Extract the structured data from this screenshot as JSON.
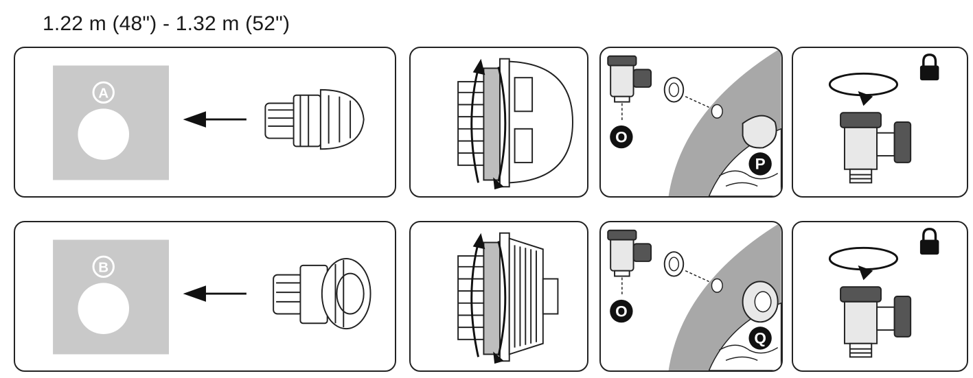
{
  "title": "1.22 m (48\") - 1.32 m (52\")",
  "rows": [
    {
      "hole_label": "A",
      "connection_label": "O",
      "fitting_label": "P"
    },
    {
      "hole_label": "B",
      "connection_label": "O",
      "fitting_label": "Q"
    }
  ],
  "icons": [
    "left-arrow-icon",
    "rotate-arrow-icon",
    "lock-icon"
  ],
  "colors": {
    "panel_gray": "#c9c9c9",
    "line": "#222222",
    "pool_wall": "#a8a8a8"
  }
}
